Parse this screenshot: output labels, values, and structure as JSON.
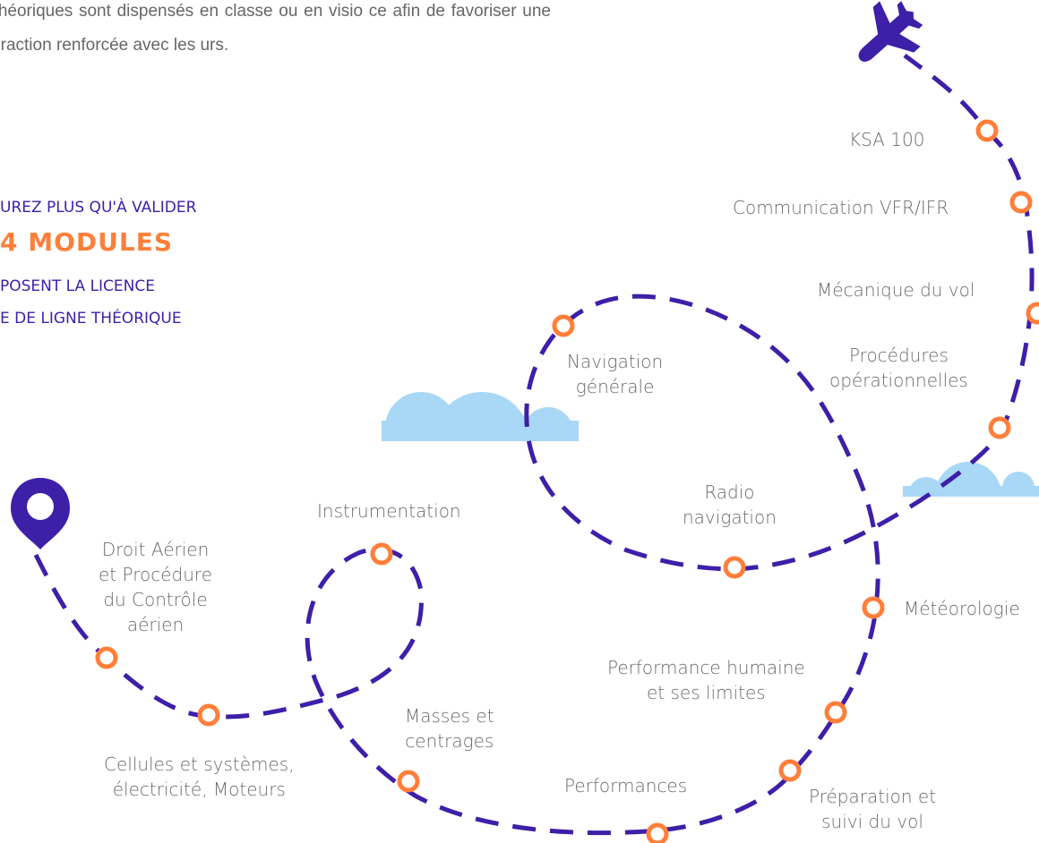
{
  "intro": {
    "text": "rs théoriques sont dispensés en classe ou en visio ce afin de favoriser une interaction renforcée avec les urs."
  },
  "promo": {
    "line1": "UREZ PLUS QU'À VALIDER",
    "line2": "4 MODULES",
    "line3": "POSENT LA LICENCE",
    "line4": "E DE LIGNE THÉORIQUE"
  },
  "modules": {
    "ksa": "KSA 100",
    "communication": "Communication VFR/IFR",
    "mecanique": "Mécanique du vol",
    "procedures_1": "Procédures",
    "procedures_2": "opérationnelles",
    "navigation_1": "Navigation",
    "navigation_2": "générale",
    "radio_1": "Radio",
    "radio_2": "navigation",
    "instrumentation": "Instrumentation",
    "droit_1": "Droit Aérien",
    "droit_2": "et Procédure",
    "droit_3": "du Contrôle",
    "droit_4": "aérien",
    "meteo": "Météorologie",
    "perf_humaine_1": "Performance humaine",
    "perf_humaine_2": "et ses limites",
    "masses_1": "Masses et",
    "masses_2": "centrages",
    "cellules_1": "Cellules et systèmes,",
    "cellules_2": "électricité, Moteurs",
    "performances": "Performances",
    "preparation_1": "Préparation et",
    "preparation_2": "suivi du vol"
  },
  "colors": {
    "path": "#3d1fa8",
    "marker": "#ff7f3a",
    "cloud": "#a9d8f7",
    "pin": "#3d1fa8",
    "plane": "#3d1fa8"
  },
  "icons": [
    "map-pin-icon",
    "airplane-icon",
    "cloud-icon"
  ]
}
